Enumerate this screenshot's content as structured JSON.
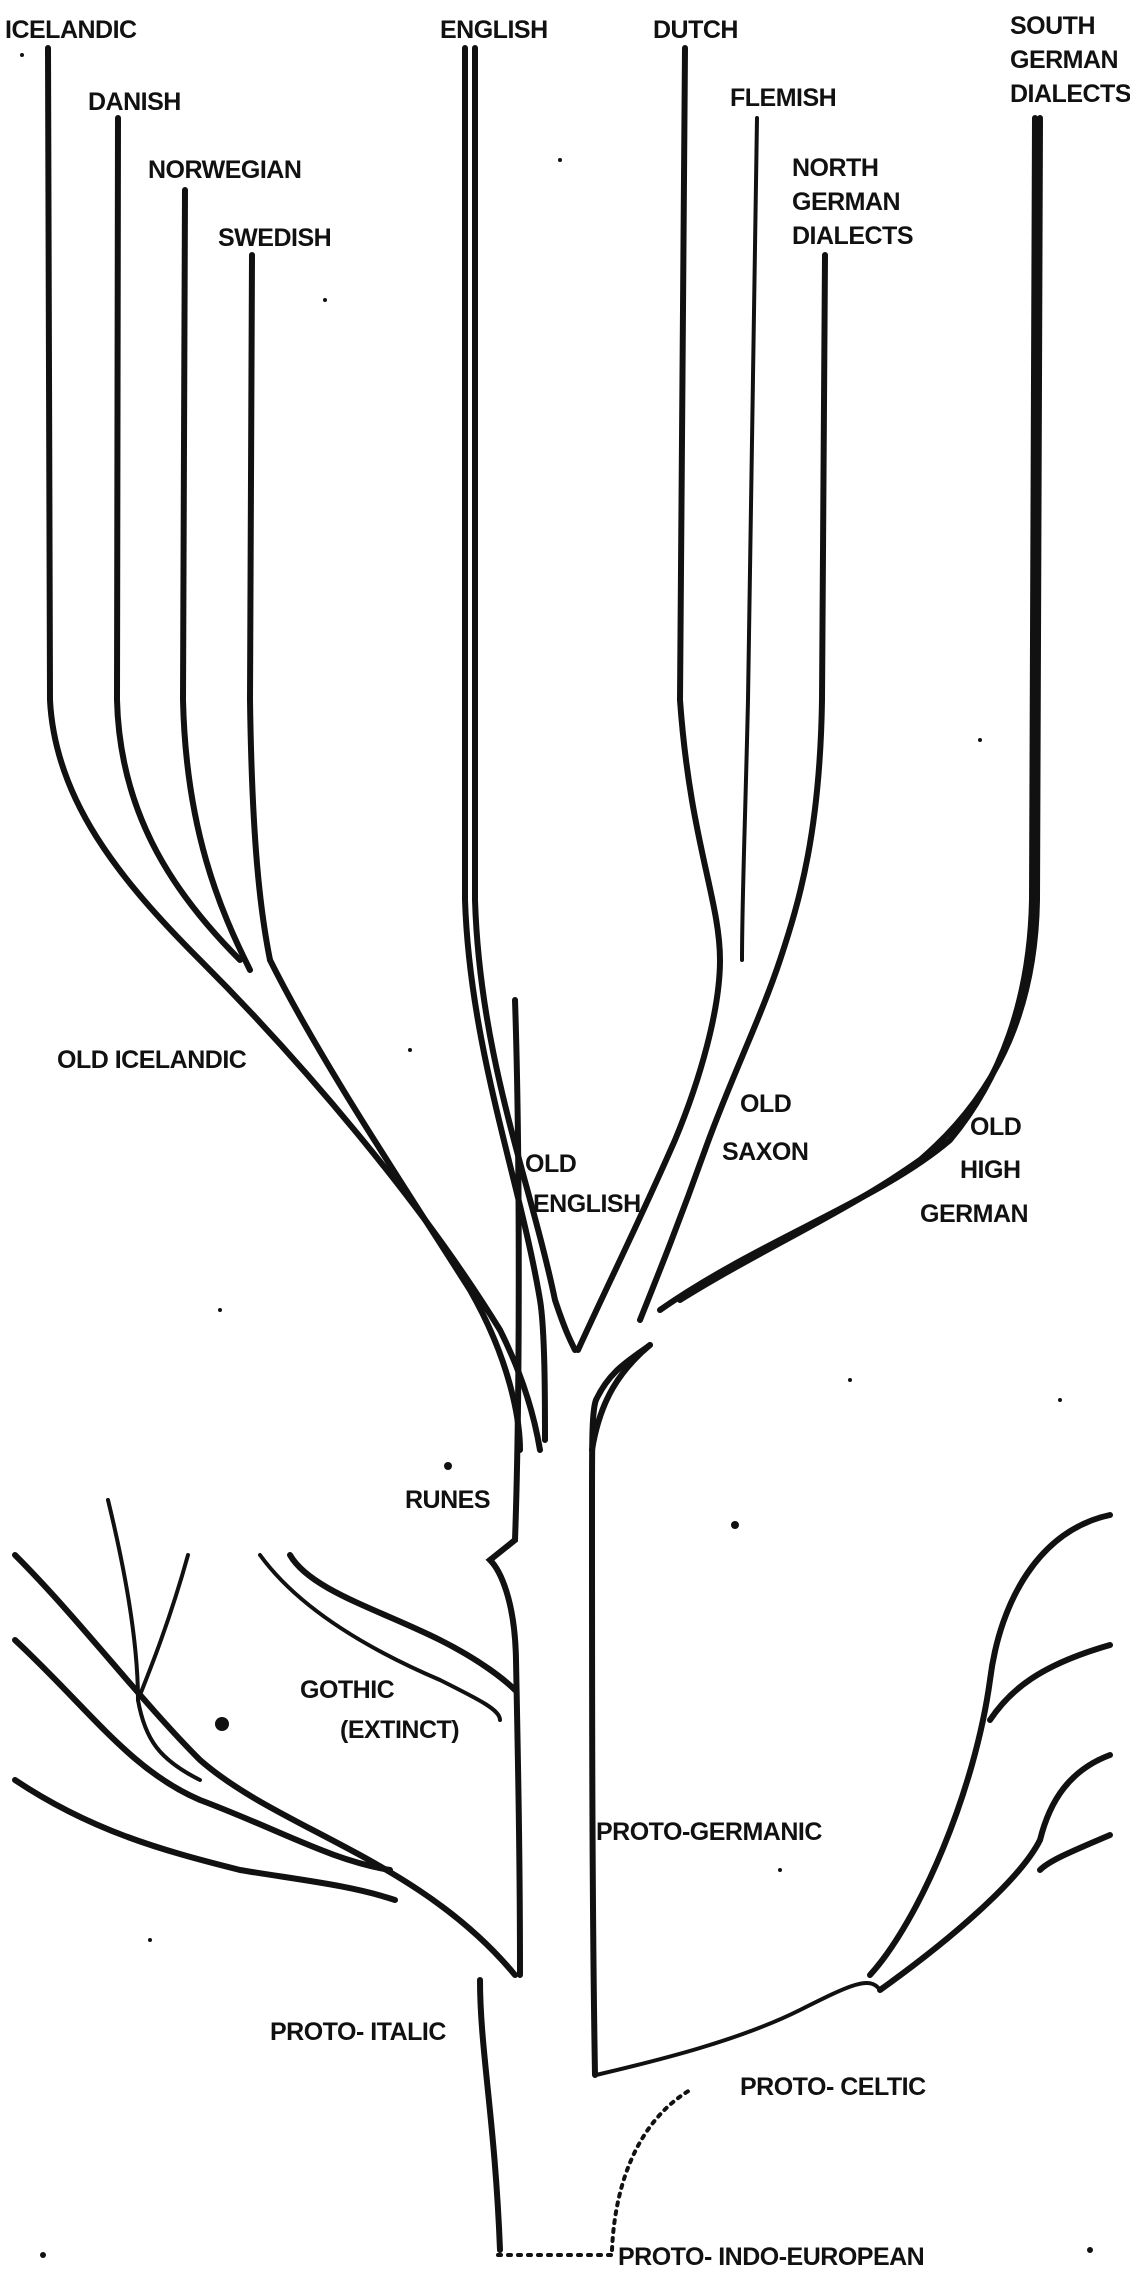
{
  "diagram": {
    "leaf_languages": {
      "icelandic": "ICELANDIC",
      "danish": "DANISH",
      "norwegian": "NORWEGIAN",
      "swedish": "SWEDISH",
      "english": "ENGLISH",
      "dutch": "DUTCH",
      "flemish": "FLEMISH",
      "north_german": [
        "NORTH",
        "GERMAN",
        "DIALECTS"
      ],
      "south_german": [
        "SOUTH",
        "GERMAN",
        "DIALECTS"
      ]
    },
    "intermediate_languages": {
      "old_icelandic": "OLD ICELANDIC",
      "old_english": [
        "OLD",
        "ENGLISH"
      ],
      "old_saxon": [
        "OLD",
        "SAXON"
      ],
      "old_high_german": [
        "OLD",
        "HIGH",
        "GERMAN"
      ],
      "runes": "RUNES",
      "gothic": [
        "GOTHIC",
        "(EXTINCT)"
      ]
    },
    "proto_languages": {
      "proto_germanic": "PROTO-GERMANIC",
      "proto_italic": "PROTO- ITALIC",
      "proto_celtic": "PROTO- CELTIC",
      "proto_indo_european": "PROTO- INDO-EUROPEAN"
    }
  },
  "colors": {
    "ink": "#111111",
    "paper": "#ffffff"
  }
}
